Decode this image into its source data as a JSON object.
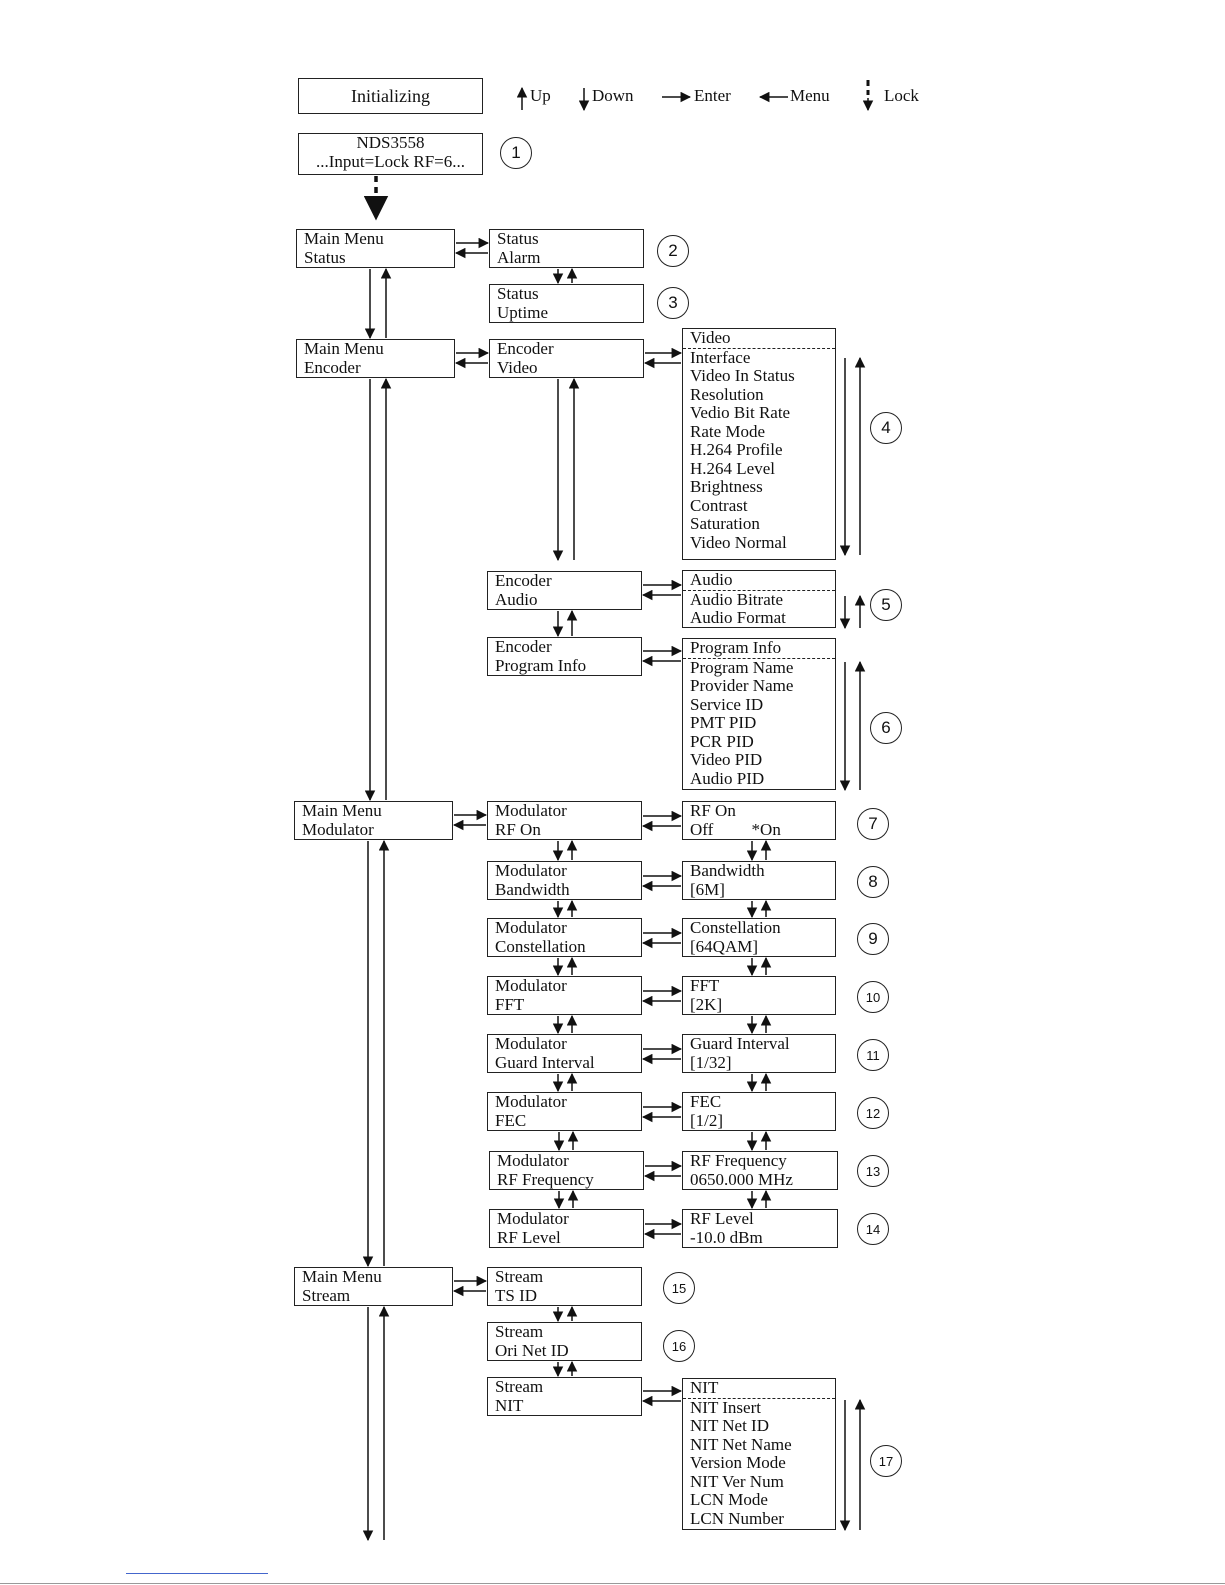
{
  "legend": {
    "initializing": "Initializing",
    "up": "Up",
    "down": "Down",
    "enter": "Enter",
    "menu": "Menu",
    "lock": "Lock"
  },
  "startup": {
    "line1": "NDS3558",
    "line2": "...Input=Lock RF=6..."
  },
  "main_menus": [
    {
      "line1": "Main Menu",
      "line2": "Status"
    },
    {
      "line1": "Main Menu",
      "line2": "Encoder"
    },
    {
      "line1": "Main Menu",
      "line2": "Modulator"
    },
    {
      "line1": "Main Menu",
      "line2": "Stream"
    }
  ],
  "status_items": [
    {
      "line1": "Status",
      "line2": "Alarm"
    },
    {
      "line1": "Status",
      "line2": "Uptime"
    }
  ],
  "encoder_items": [
    {
      "line1": "Encoder",
      "line2": "Video"
    },
    {
      "line1": "Encoder",
      "line2": "Audio"
    },
    {
      "line1": "Encoder",
      "line2": "Program Info"
    }
  ],
  "video_list": [
    "Video",
    "Interface",
    "Video In Status",
    "Resolution",
    "Vedio Bit Rate",
    "Rate Mode",
    "H.264 Profile",
    "H.264 Level",
    "Brightness",
    "Contrast",
    "Saturation",
    "Video Normal"
  ],
  "audio_list": [
    "Audio",
    "Audio Bitrate",
    "Audio Format"
  ],
  "program_list": [
    "Program Info",
    "Program Name",
    "Provider Name",
    "Service  ID",
    "PMT PID",
    "PCR PID",
    "Video PID",
    "Audio PID"
  ],
  "modulator_items": [
    {
      "line1": "Modulator",
      "line2": "RF On"
    },
    {
      "line1": "Modulator",
      "line2": "Bandwidth"
    },
    {
      "line1": "Modulator",
      "line2": "Constellation"
    },
    {
      "line1": "Modulator",
      "line2": "FFT"
    },
    {
      "line1": "Modulator",
      "line2": "Guard Interval"
    },
    {
      "line1": "Modulator",
      "line2": "FEC"
    },
    {
      "line1": "Modulator",
      "line2": "RF Frequency"
    },
    {
      "line1": "Modulator",
      "line2": "RF Level"
    }
  ],
  "modulator_values": [
    {
      "line1": "RF On",
      "line2": "Off         *On"
    },
    {
      "line1": "Bandwidth",
      "line2": "[6M]"
    },
    {
      "line1": "Constellation",
      "line2": "[64QAM]"
    },
    {
      "line1": "FFT",
      "line2": "[2K]"
    },
    {
      "line1": "Guard Interval",
      "line2": "[1/32]"
    },
    {
      "line1": "FEC",
      "line2": "[1/2]"
    },
    {
      "line1": "RF Frequency",
      "line2": "0650.000 MHz"
    },
    {
      "line1": "RF Level",
      "line2": "-10.0 dBm"
    }
  ],
  "stream_items": [
    {
      "line1": "Stream",
      "line2": "TS ID"
    },
    {
      "line1": "Stream",
      "line2": "Ori Net ID"
    },
    {
      "line1": "Stream",
      "line2": "NIT"
    }
  ],
  "nit_list": [
    "NIT",
    "NIT Insert",
    "NIT Net ID",
    "NIT Net Name",
    "Version Mode",
    "NIT Ver Num",
    "LCN Mode",
    "LCN Number"
  ],
  "step_numbers": [
    "1",
    "2",
    "3",
    "4",
    "5",
    "6",
    "7",
    "8",
    "9",
    "10",
    "11",
    "12",
    "13",
    "14",
    "15",
    "16",
    "17"
  ]
}
